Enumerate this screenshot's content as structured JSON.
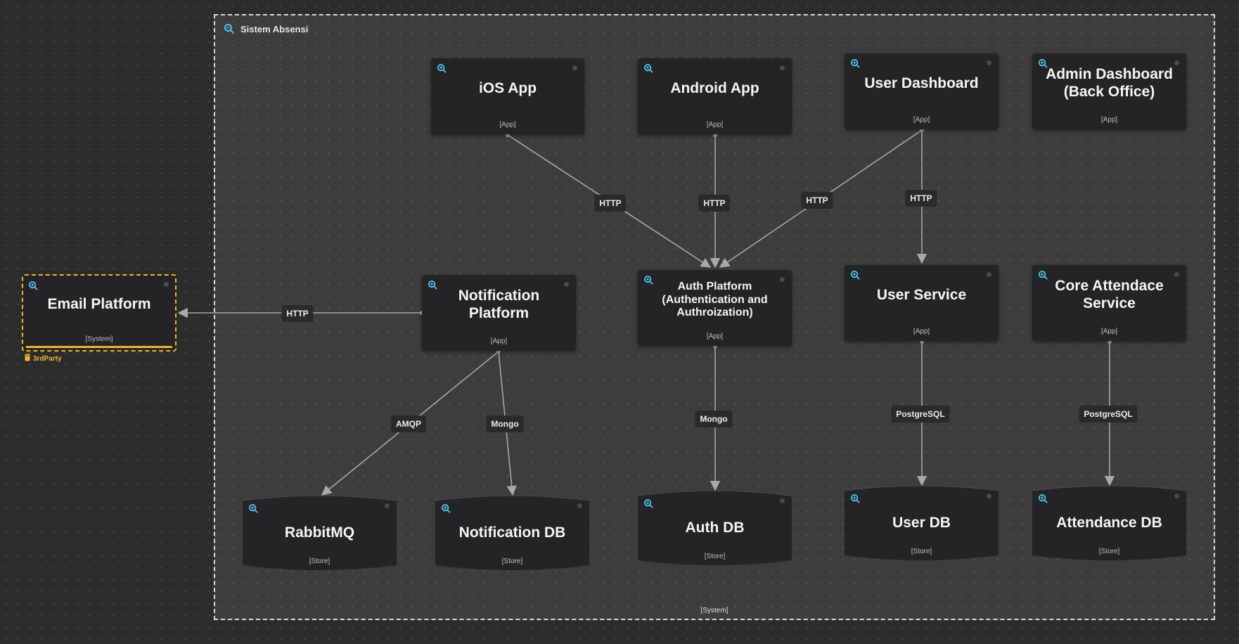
{
  "system": {
    "title": "Sistem Absensi",
    "tag": "[System]"
  },
  "nodes": {
    "ios": {
      "title": "iOS App",
      "tag": "[App]"
    },
    "android": {
      "title": "Android App",
      "tag": "[App]"
    },
    "user_dashboard": {
      "title": "User Dashboard",
      "tag": "[App]"
    },
    "admin_dashboard": {
      "title": "Admin Dashboard (Back Office)",
      "tag": "[App]"
    },
    "notification_platform": {
      "title": "Notification Platform",
      "tag": "[App]"
    },
    "auth_platform": {
      "title": "Auth Platform (Authentication and Authroization)",
      "tag": "[App]"
    },
    "user_service": {
      "title": "User Service",
      "tag": "[App]"
    },
    "core_attendance": {
      "title": "Core Attendace Service",
      "tag": "[App]"
    },
    "rabbitmq": {
      "title": "RabbitMQ",
      "tag": "[Store]"
    },
    "notification_db": {
      "title": "Notification DB",
      "tag": "[Store]"
    },
    "auth_db": {
      "title": "Auth DB",
      "tag": "[Store]"
    },
    "user_db": {
      "title": "User DB",
      "tag": "[Store]"
    },
    "attendance_db": {
      "title": "Attendance DB",
      "tag": "[Store]"
    }
  },
  "external": {
    "title": "Email Platform",
    "tag": "[System]",
    "badge": "3rdParty"
  },
  "edges": {
    "ios_auth": "HTTP",
    "android_auth": "HTTP",
    "dashboard_auth": "HTTP",
    "dashboard_userservice": "HTTP",
    "notif_email": "HTTP",
    "notif_rabbit": "AMQP",
    "notif_db": "Mongo",
    "auth_db": "Mongo",
    "user_db": "PostgreSQL",
    "attendance_db": "PostgreSQL"
  },
  "colors": {
    "accent": "#4fc3e8",
    "thirdparty": "#f0b429",
    "node": "#242426",
    "edge": "#a8a8a8"
  }
}
